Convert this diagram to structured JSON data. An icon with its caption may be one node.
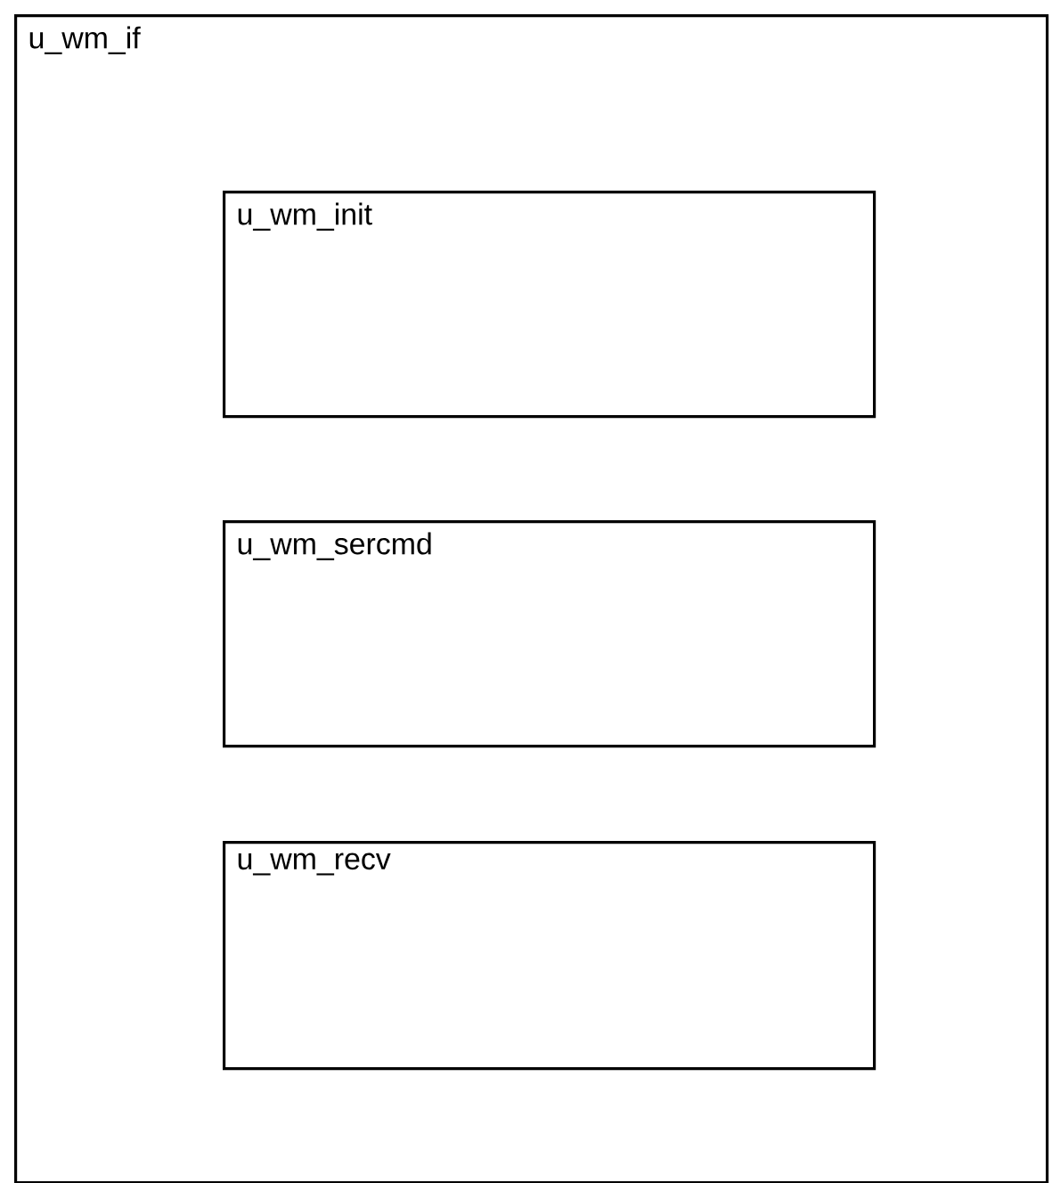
{
  "diagram": {
    "nodes": [
      {
        "text": [
          "u_wm_if"
        ]
      },
      {
        "text": [
          "u_wm_init"
        ],
        "in": 0
      },
      {
        "text": [
          "u_wm_sercmd"
        ],
        "in": 0
      },
      {
        "text": [
          "u_wm_recv"
        ],
        "in": 0
      }
    ]
  }
}
